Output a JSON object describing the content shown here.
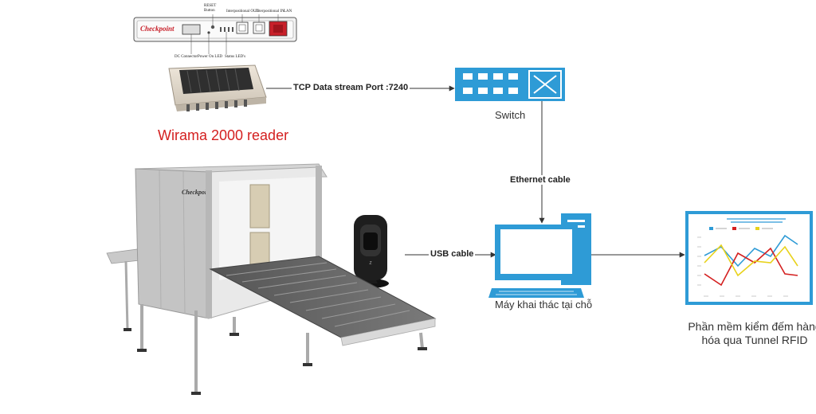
{
  "colors": {
    "accent": "#2e9bd6",
    "reader_title": "#d42020",
    "checkpoint_red": "#c8202a",
    "line": "#333333"
  },
  "reader_panel": {
    "logo": "Checkpoint",
    "labels": {
      "reset": "RESET Button",
      "interp_out": "Interpositional OUT",
      "interp_in": "Interpositional IN",
      "lan": "LAN",
      "dc": "DC Connector",
      "power": "Power On LED",
      "status": "Status LED's"
    }
  },
  "reader_title": "Wirama 2000 reader",
  "tunnel_logo": "Checkpoint",
  "edges": {
    "tcp": "TCP Data stream Port :7240",
    "ethernet": "Ethernet cable",
    "usb": "USB cable"
  },
  "nodes": {
    "switch": "Switch",
    "pc": "Máy khai thác tại chỗ",
    "software": "Phần mềm kiểm đếm hàng hóa qua Tunnel RFID"
  },
  "icons": {
    "switch": "network-switch-icon",
    "pc": "desktop-computer-icon",
    "dashboard": "line-chart-dashboard-icon",
    "scanner": "barcode-scanner-icon"
  }
}
